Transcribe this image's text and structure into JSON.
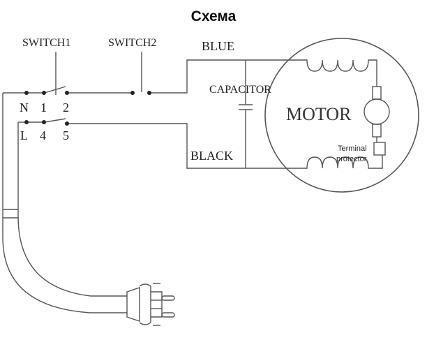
{
  "title": "Схема",
  "labels": {
    "switch1": "SWITCH1",
    "switch2": "SWITCH2",
    "blue": "BLUE",
    "black": "BLACK",
    "capacitor": "CAPACITOR",
    "motor": "MOTOR",
    "terminal_line1": "Terminal",
    "terminal_line2": "protector"
  },
  "terminals": {
    "n": "N",
    "t1": "1",
    "t2": "2",
    "l": "L",
    "t4": "4",
    "t5": "5"
  }
}
